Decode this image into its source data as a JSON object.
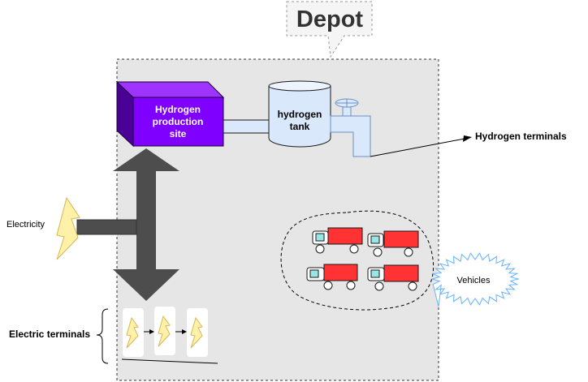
{
  "depot": {
    "title": "Depot"
  },
  "production": {
    "label_line1": "Hydrogen",
    "label_line2": "production",
    "label_line3": "site"
  },
  "tank": {
    "label_line1": "hydrogen",
    "label_line2": "tank"
  },
  "hydrogen_terminals": {
    "label": "Hydrogen terminals"
  },
  "electricity": {
    "label": "Electricity"
  },
  "electric_terminals": {
    "label": "Electric terminals"
  },
  "vehicles": {
    "label": "Vehicles",
    "count": 4
  },
  "colors": {
    "depot_fill": "#e6e6e6",
    "production_fill": "#7f00ff",
    "production_dark": "#4b0096",
    "tank_fill": "#dae8fc",
    "pipe_fill": "#dae8fc",
    "pipe_stroke": "#6c8ebf",
    "arrow_fill": "#4d4d4d",
    "truck_red": "#ff3333",
    "truck_cab": "#99e6e6",
    "bolt_fill": "#fff2a8",
    "bolt_stroke": "#d6b656",
    "callout_stroke": "#66b2ff"
  }
}
